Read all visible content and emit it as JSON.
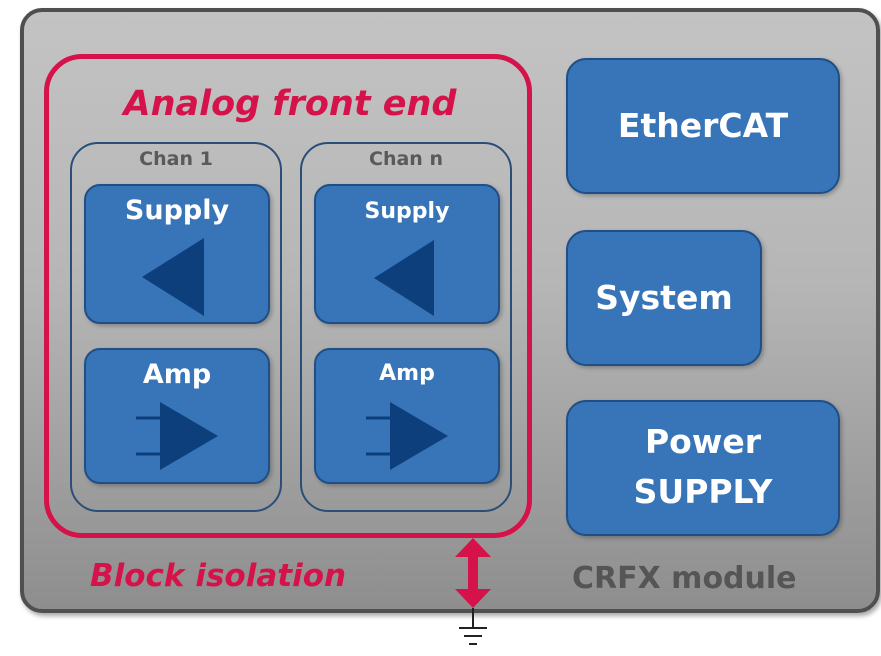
{
  "diagram": {
    "afe_title": "Analog front end",
    "channels": [
      {
        "title": "Chan 1",
        "supply_label": "Supply",
        "amp_label": "Amp"
      },
      {
        "title": "Chan n",
        "supply_label": "Supply",
        "amp_label": "Amp"
      }
    ],
    "blocks": {
      "ethercat": "EtherCAT",
      "system": "System",
      "power_line1": "Power",
      "power_line2": "SUPPLY"
    },
    "block_isolation": "Block isolation",
    "module_label": "CRFX module",
    "icons": [
      "regulator-triangle-icon",
      "amplifier-triangle-icon",
      "double-arrow-icon",
      "ground-icon"
    ],
    "colors": {
      "isolation_red": "#d5124a",
      "block_blue": "#3874b8",
      "glyph_dark_blue": "#0e3f7d",
      "module_gray": "#b8b8b8",
      "label_gray": "#555555"
    }
  }
}
